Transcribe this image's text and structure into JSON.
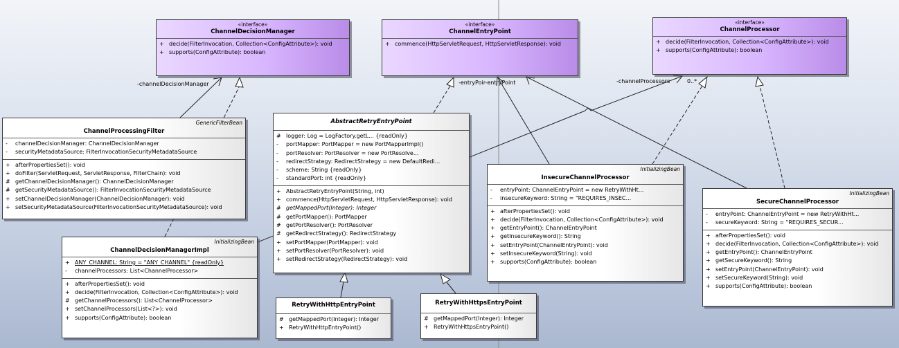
{
  "classes": {
    "channel_decision_manager": {
      "stereotype": "«interface»",
      "name": "ChannelDecisionManager",
      "operations": [
        {
          "vis": "+",
          "text": "decide(FilterInvocation, Collection<ConfigAttribute>): void"
        },
        {
          "vis": "+",
          "text": "supports(ConfigAttribute): boolean"
        }
      ]
    },
    "channel_entry_point": {
      "stereotype": "«interface»",
      "name": "ChannelEntryPoint",
      "operations": [
        {
          "vis": "+",
          "text": "commence(HttpServletRequest, HttpServletResponse): void"
        }
      ]
    },
    "channel_processor": {
      "stereotype": "«interface»",
      "name": "ChannelProcessor",
      "operations": [
        {
          "vis": "+",
          "text": "decide(FilterInvocation, Collection<ConfigAttribute>): void"
        },
        {
          "vis": "+",
          "text": "supports(ConfigAttribute): boolean"
        }
      ]
    },
    "channel_processing_filter": {
      "tag": "GenericFilterBean",
      "name": "ChannelProcessingFilter",
      "attributes": [
        {
          "vis": "-",
          "text": "channelDecisionManager: ChannelDecisionManager"
        },
        {
          "vis": "-",
          "text": "securityMetadataSource: FilterInvocationSecurityMetadataSource"
        }
      ],
      "operations": [
        {
          "vis": "+",
          "text": "afterPropertiesSet(): void"
        },
        {
          "vis": "+",
          "text": "doFilter(ServletRequest, ServletResponse, FilterChain): void"
        },
        {
          "vis": "#",
          "text": "getChannelDecisionManager(): ChannelDecisionManager"
        },
        {
          "vis": "#",
          "text": "getSecurityMetadataSource(): FilterInvocationSecurityMetadataSource"
        },
        {
          "vis": "+",
          "text": "setChannelDecisionManager(ChannelDecisionManager): void"
        },
        {
          "vis": "+",
          "text": "setSecurityMetadataSource(FilterInvocationSecurityMetadataSource): void"
        }
      ]
    },
    "abstract_retry_entry_point": {
      "name": "AbstractRetryEntryPoint",
      "attributes": [
        {
          "vis": "#",
          "text": "logger: Log = LogFactory.getL... {readOnly}"
        },
        {
          "vis": "-",
          "text": "portMapper: PortMapper = new PortMapperImpl()"
        },
        {
          "vis": "-",
          "text": "portResolver: PortResolver = new PortResolve..."
        },
        {
          "vis": "-",
          "text": "redirectStrategy: RedirectStrategy = new DefaultRedi..."
        },
        {
          "vis": "-",
          "text": "scheme: String {readOnly}"
        },
        {
          "vis": "-",
          "text": "standardPort: int {readOnly}"
        }
      ],
      "operations": [
        {
          "vis": "+",
          "text": "AbstractRetryEntryPoint(String, int)"
        },
        {
          "vis": "+",
          "text": "commence(HttpServletRequest, HttpServletResponse): void"
        },
        {
          "vis": "#",
          "text": "getMappedPort(Integer): Integer",
          "italic": true
        },
        {
          "vis": "#",
          "text": "getPortMapper(): PortMapper"
        },
        {
          "vis": "#",
          "text": "getPortResolver(): PortResolver"
        },
        {
          "vis": "#",
          "text": "getRedirectStrategy(): RedirectStrategy"
        },
        {
          "vis": "+",
          "text": "setPortMapper(PortMapper): void"
        },
        {
          "vis": "+",
          "text": "setPortResolver(PortResolver): void"
        },
        {
          "vis": "+",
          "text": "setRedirectStrategy(RedirectStrategy): void"
        }
      ]
    },
    "insecure_channel_processor": {
      "tag": "InitializingBean",
      "name": "InsecureChannelProcessor",
      "attributes": [
        {
          "vis": "-",
          "text": "entryPoint: ChannelEntryPoint = new RetryWithHt..."
        },
        {
          "vis": "-",
          "text": "insecureKeyword: String = \"REQUIRES_INSEC..."
        }
      ],
      "operations": [
        {
          "vis": "+",
          "text": "afterPropertiesSet(): void"
        },
        {
          "vis": "+",
          "text": "decide(FilterInvocation, Collection<ConfigAttribute>): void"
        },
        {
          "vis": "+",
          "text": "getEntryPoint(): ChannelEntryPoint"
        },
        {
          "vis": "+",
          "text": "getInsecureKeyword(): String"
        },
        {
          "vis": "+",
          "text": "setEntryPoint(ChannelEntryPoint): void"
        },
        {
          "vis": "+",
          "text": "setInsecureKeyword(String): void"
        },
        {
          "vis": "+",
          "text": "supports(ConfigAttribute): boolean"
        }
      ]
    },
    "secure_channel_processor": {
      "tag": "InitializingBean",
      "name": "SecureChannelProcessor",
      "attributes": [
        {
          "vis": "-",
          "text": "entryPoint: ChannelEntryPoint = new RetryWithHt..."
        },
        {
          "vis": "-",
          "text": "secureKeyword: String = \"REQUIRES_SECUR..."
        }
      ],
      "operations": [
        {
          "vis": "+",
          "text": "afterPropertiesSet(): void"
        },
        {
          "vis": "+",
          "text": "decide(FilterInvocation, Collection<ConfigAttribute>): void"
        },
        {
          "vis": "+",
          "text": "getEntryPoint(): ChannelEntryPoint"
        },
        {
          "vis": "+",
          "text": "getSecureKeyword(): String"
        },
        {
          "vis": "+",
          "text": "setEntryPoint(ChannelEntryPoint): void"
        },
        {
          "vis": "+",
          "text": "setSecureKeyword(String): void"
        },
        {
          "vis": "+",
          "text": "supports(ConfigAttribute): boolean"
        }
      ]
    },
    "channel_decision_manager_impl": {
      "tag": "InitializingBean",
      "name": "ChannelDecisionManagerImpl",
      "attributes": [
        {
          "vis": "+",
          "text": "ANY_CHANNEL: String = \"ANY_CHANNEL\" {readOnly}",
          "underline": true
        },
        {
          "vis": "-",
          "text": "channelProcessors: List<ChannelProcessor>"
        }
      ],
      "operations": [
        {
          "vis": "+",
          "text": "afterPropertiesSet(): void"
        },
        {
          "vis": "+",
          "text": "decide(FilterInvocation, Collection<ConfigAttribute>): void"
        },
        {
          "vis": "#",
          "text": "getChannelProcessors(): List<ChannelProcessor>"
        },
        {
          "vis": "+",
          "text": "setChannelProcessors(List<?>): void"
        },
        {
          "vis": "+",
          "text": "supports(ConfigAttribute): boolean"
        }
      ]
    },
    "retry_with_http_entry_point": {
      "name": "RetryWithHttpEntryPoint",
      "operations": [
        {
          "vis": "#",
          "text": "getMappedPort(Integer): Integer"
        },
        {
          "vis": "+",
          "text": "RetryWithHttpEntryPoint()"
        }
      ]
    },
    "retry_with_https_entry_point": {
      "name": "RetryWithHttpsEntryPoint",
      "operations": [
        {
          "vis": "#",
          "text": "getMappedPort(Integer): Integer"
        },
        {
          "vis": "+",
          "text": "RetryWithHttpsEntryPoint()"
        }
      ]
    }
  },
  "relation_labels": {
    "channel_decision_manager_role": "-channelDecisionManager",
    "entry_point_roles": "-entryPoir-entryPoint",
    "channel_processors_role": "-channelProcessors",
    "channel_processors_multiplicity": "0..*"
  }
}
